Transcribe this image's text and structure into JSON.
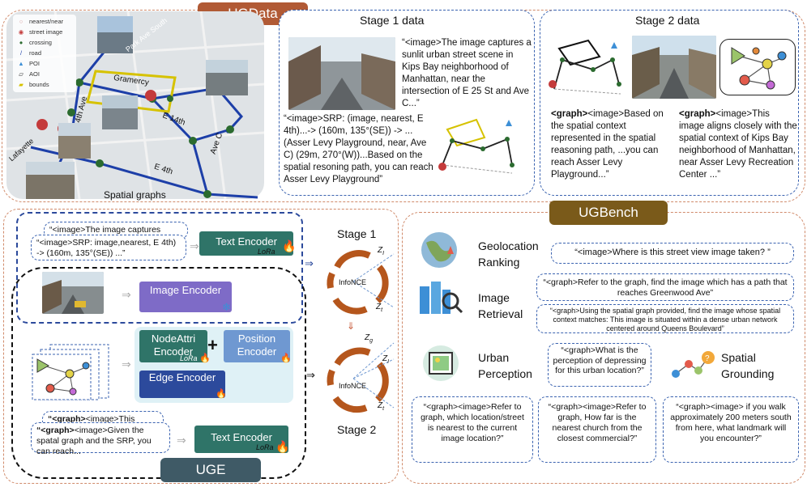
{
  "ugdata": {
    "title": "UGData",
    "legend": [
      "nearest/near",
      "street image",
      "crossing",
      "road",
      "POI",
      "AOI",
      "bounds"
    ],
    "map_labels": {
      "park": "Park Ave South",
      "gramercy": "Gramercy",
      "fourth_ave": "4th Ave",
      "e14": "E 14th",
      "avec": "Ave C",
      "e4": "E 4th",
      "lafayette": "Lafayette"
    },
    "spatial_graphs_label": "Spatial graphs",
    "stage1": {
      "title": "Stage 1 data",
      "caption": "“<image>The image captures a sunlit urban street scene in Kips Bay neighborhood of Manhattan, near the intersection of E 25 St and Ave C...”",
      "srp": "“<image>SRP: (image, nearest, E 4th)...-> (160m, 135°(SE)) -> ... (Asser Levy Playground, near, Ave C) (29m, 270°(W))...Based on the spatial resoning path, you can reach Asser Levy Playground”"
    },
    "stage2": {
      "title": "Stage 2 data",
      "left_tag": "<graph>",
      "left_text": "<image>Based on the spatial context represented in the spatial reasoning path, ...you can reach Asser Levy Playground...”",
      "right_tag": "<graph>",
      "right_text": "<image>This image aligns closely with the spatial context of Kips Bay neighborhood of Manhattan, near Asser Levy Recreation Center ...”"
    }
  },
  "uge": {
    "title": "UGE",
    "text_in_back": "“<image>The image captures",
    "text_in_front": "“<image>SRP: image,nearest, E 4th) -> (160m, 135°(SE)) ...”",
    "text_encoder": "Text Encoder",
    "lora": "LoRa",
    "image_encoder": "Image Encoder",
    "node_encoder": "NodeAttri Encoder",
    "position_encoder": "Position Encoder",
    "edge_encoder": "Edge Encoder",
    "plus": "+",
    "graph_text_back_tag": "“<graph>",
    "graph_text_back": "<image>This",
    "graph_text_front_tag": "“<graph>",
    "graph_text_front": "<image>Given the spatal graph and the SRP, you can reach...",
    "text_encoder2": "Text Encoder",
    "stage1": "Stage 1",
    "stage2": "Stage 2",
    "infonce": "InfoNCE",
    "z_i": "Z",
    "z_t": "Z",
    "z_g": "Z",
    "sub_i": "I",
    "sub_t": "t",
    "sub_g": "g"
  },
  "ugbench": {
    "title": "UGBench",
    "tasks": [
      {
        "name": "Geolocation Ranking",
        "query": "“<image>Where is this street view image taken? ”"
      },
      {
        "name": "Image Retrieval",
        "query": "“<graph>Refer to the graph, find the image which has a path that reaches Greenwood Ave”",
        "query2": "“<graph>Using the spatial graph provided, find the image whose spatial context matches: This image is situated within a dense urban network centered around Queens Boulevard”"
      },
      {
        "name": "Urban Perception",
        "query": "“<graph>What is the perception of depressing for this urban location?”"
      },
      {
        "name": "Spatial Grounding",
        "query": ""
      }
    ],
    "grounding_questions": [
      "“<graph><image>Refer to graph, which location/street is nearest to the current image location?”",
      "“<graph><image>Refer to graph, How far is the nearest church from the closest commercial?”",
      "“<graph><image> if you walk approximately 200 meters south from here, what landmark will you encounter?”"
    ]
  },
  "colors": {
    "ugdata_tag": "#b15a35",
    "ugbench_tag": "#7a5a1a",
    "uge_tag": "#3f5a66",
    "teal": "#2f7468",
    "purple": "#7e6bc7",
    "navy": "#2c4a9c",
    "lightblue": "#6f98d1"
  }
}
